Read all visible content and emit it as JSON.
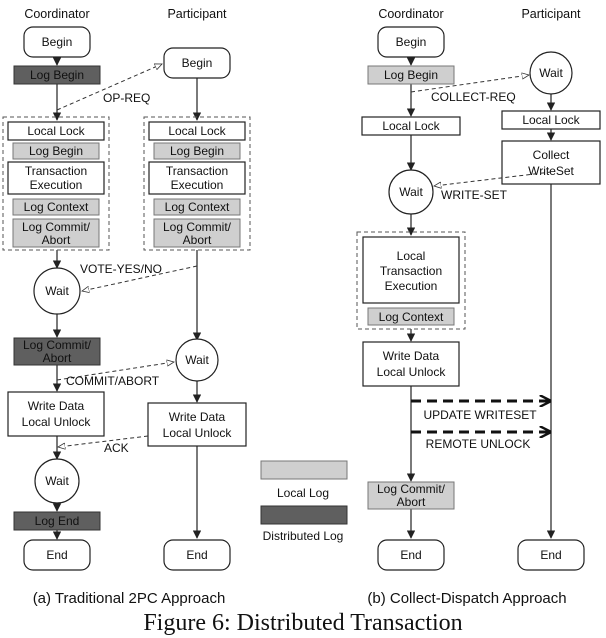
{
  "left_panel": {
    "coordinator_header": "Coordinator",
    "participant_header": "Participant",
    "c_begin": "Begin",
    "c_log_begin": "Log Begin",
    "p_begin": "Begin",
    "op_req": "OP-REQ",
    "c_local_lock": "Local Lock",
    "c_log_begin2": "Log Begin",
    "c_txn_line1": "Transaction",
    "c_txn_line2": "Execution",
    "c_log_context": "Log Context",
    "c_log_commit_line1": "Log Commit/",
    "c_log_commit_line2": "Abort",
    "p_local_lock": "Local Lock",
    "p_log_begin": "Log Begin",
    "p_txn_line1": "Transaction",
    "p_txn_line2": "Execution",
    "p_log_context": "Log Context",
    "p_log_commit_line1": "Log Commit/",
    "p_log_commit_line2": "Abort",
    "vote": "VOTE-YES/NO",
    "c_wait1": "Wait",
    "c_dist_commit_line1": "Log Commit/",
    "c_dist_commit_line2": "Abort",
    "p_wait": "Wait",
    "commit_abort": "COMMIT/ABORT",
    "c_write_line1": "Write Data",
    "c_write_line2": "Local Unlock",
    "p_write_line1": "Write Data",
    "p_write_line2": "Local Unlock",
    "ack": "ACK",
    "c_wait2": "Wait",
    "c_log_end": "Log End",
    "c_end": "End",
    "p_end": "End",
    "subcaption": "(a) Traditional 2PC Approach"
  },
  "right_panel": {
    "coordinator_header": "Coordinator",
    "participant_header": "Participant",
    "c_begin": "Begin",
    "c_log_begin": "Log Begin",
    "collect_req": "COLLECT-REQ",
    "p_wait": "Wait",
    "c_local_lock": "Local Lock",
    "p_local_lock": "Local Lock",
    "p_collect_line1": "Collect",
    "p_collect_line2": "WriteSet",
    "c_wait": "Wait",
    "write_set": "WRITE-SET",
    "c_txn_line1": "Local",
    "c_txn_line2": "Transaction",
    "c_txn_line3": "Execution",
    "c_log_context": "Log Context",
    "c_write_line1": "Write Data",
    "c_write_line2": "Local Unlock",
    "update_writeset": "UPDATE WRITESET",
    "remote_unlock": "REMOTE UNLOCK",
    "c_log_commit_line1": "Log Commit/",
    "c_log_commit_line2": "Abort",
    "c_end": "End",
    "p_end": "End",
    "subcaption": "(b) Collect-Dispatch Approach"
  },
  "legend": {
    "local_log": "Local Log",
    "distributed_log": "Distributed Log"
  },
  "figure_caption": "Figure 6: Distributed Transaction",
  "colors": {
    "local_log": "#cfcfcf",
    "distributed_log": "#5f5f5f"
  }
}
